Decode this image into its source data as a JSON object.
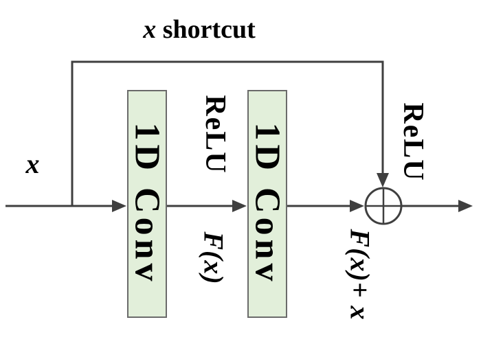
{
  "diagram": {
    "title": {
      "var": "x",
      "label": " shortcut"
    },
    "input_label": "x",
    "conv1_label": "1D Conv",
    "conv2_label": "1D Conv",
    "relu1_label": "ReLU",
    "relu2_label": "ReLU",
    "fx_label": "F(x)",
    "sum_label": "F(x)+ x",
    "icons": {
      "sum_node": "plus-in-circle",
      "arrowhead": "solid-triangle"
    },
    "colors": {
      "box_fill": "#e2efda",
      "box_border": "#6a6a6a",
      "line": "#3f3f3f",
      "text": "#000000"
    }
  }
}
